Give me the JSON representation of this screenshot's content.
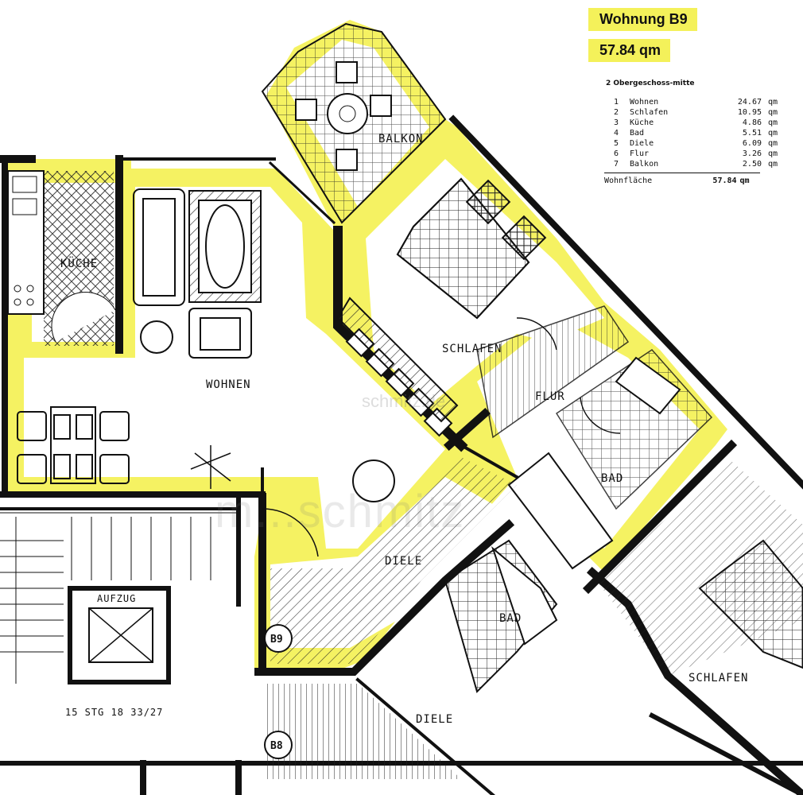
{
  "apartment": {
    "title": "Wohnung B9",
    "area": "57.84 qm",
    "floor": "2 Obergeschoss-mitte",
    "rooms": [
      {
        "no": "1",
        "name": "Wohnen",
        "value": "24.67",
        "unit": "qm"
      },
      {
        "no": "2",
        "name": "Schlafen",
        "value": "10.95",
        "unit": "qm"
      },
      {
        "no": "3",
        "name": "Küche",
        "value": "4.86",
        "unit": "qm"
      },
      {
        "no": "4",
        "name": "Bad",
        "value": "5.51",
        "unit": "qm"
      },
      {
        "no": "5",
        "name": "Diele",
        "value": "6.09",
        "unit": "qm"
      },
      {
        "no": "6",
        "name": "Flur",
        "value": "3.26",
        "unit": "qm"
      },
      {
        "no": "7",
        "name": "Balkon",
        "value": "2.50",
        "unit": "qm"
      }
    ],
    "total_label": "Wohnfläche",
    "total_value": "57.84",
    "total_unit": "qm"
  },
  "plan_labels": {
    "balkon": "BALKON",
    "kueche": "KÜCHE",
    "wohnen": "WOHNEN",
    "schlafen": "SCHLAFEN",
    "flur": "FLUR",
    "bad": "BAD",
    "diele": "DIELE",
    "aufzug": "AUFZUG",
    "stairs": "15 STG 18 33/27",
    "bad2": "BAD",
    "diele2": "DIELE",
    "schlafen2": "SCHLAFEN",
    "unit_b9": "B9",
    "unit_b8": "B8"
  },
  "watermark": "m...schmitz",
  "watermark_small": "schmitz.de",
  "colors": {
    "highlight": "#f4f15a",
    "wall": "#111111"
  }
}
